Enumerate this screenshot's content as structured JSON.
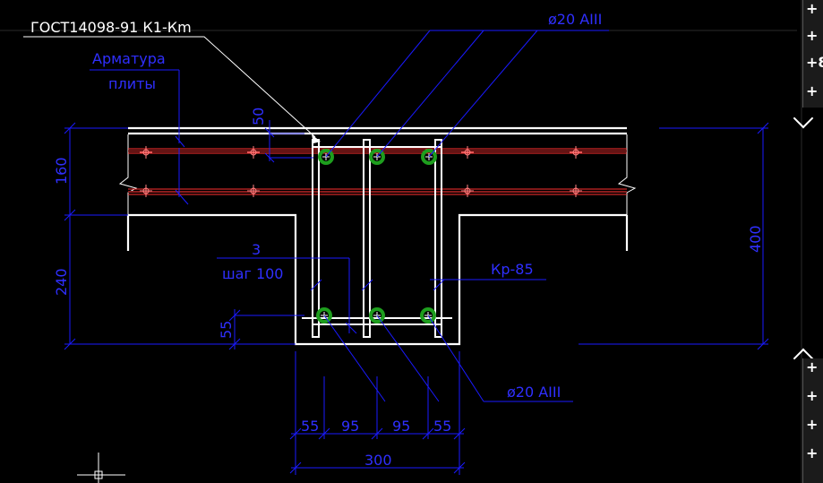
{
  "drawing": {
    "gost_label": "ГОСТ14098-91 К1-Кm",
    "slab_rebar_label_line1": "Арматура",
    "slab_rebar_label_line2": "плиты",
    "top_bar_label": "ø20 AIII",
    "bottom_bar_label": "ø20 AIII",
    "stirrup_count": "3",
    "stirrup_step": "шаг 100",
    "frame_label": "Кр-85",
    "dims": {
      "cover_top": "50",
      "slab_height": "160",
      "rib_height": "240",
      "cover_bottom": "55",
      "total_height": "400",
      "spacing_1": "55",
      "spacing_2": "95",
      "spacing_3": "95",
      "spacing_4": "55",
      "width": "300"
    }
  },
  "colors": {
    "background": "#000000",
    "dimension": "#1a1aff",
    "outline": "#ffffff",
    "slab_rebar": "#ff3030",
    "bar_circle": "#1e9e1e"
  },
  "ui": {
    "side_plus_1": "+",
    "side_plus_2": "+",
    "side_plus_3": "+8",
    "side_plus_4": "+",
    "side_plus_5": "+",
    "side_plus_6": "+",
    "side_plus_7": "+",
    "side_plus_8": "+"
  }
}
